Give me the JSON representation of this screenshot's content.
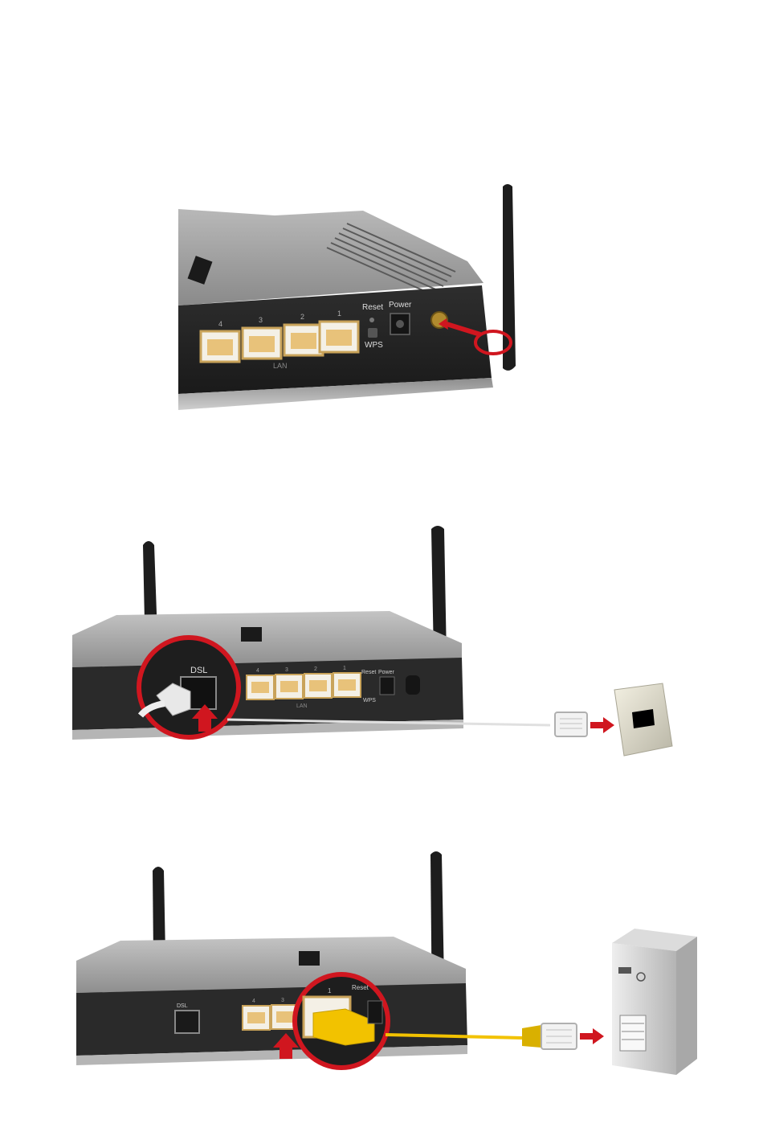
{
  "figures": [
    {
      "id": "antenna",
      "labels": {
        "port1": "4",
        "port2": "3",
        "port3": "2",
        "port4": "1",
        "lan": "LAN",
        "reset": "Reset",
        "wps": "WPS",
        "power": "Power"
      }
    },
    {
      "id": "dsl",
      "labels": {
        "dsl": "DSL",
        "port1": "4",
        "port2": "3",
        "port3": "2",
        "port4": "1",
        "lan": "LAN",
        "reset": "Reset",
        "wps": "WPS",
        "power": "Power"
      }
    },
    {
      "id": "lan",
      "labels": {
        "dsl": "DSL",
        "port1": "4",
        "port2": "3",
        "port3": "",
        "port4": "1",
        "reset": "Reset"
      }
    }
  ],
  "colors": {
    "router_dark": "#3a3a3a",
    "router_mid": "#6b6b6b",
    "router_light": "#9a9a9a",
    "port_gold": "#e8c27a",
    "highlight_red": "#d0161f",
    "cable_yellow": "#f2c200",
    "cable_white": "#eeeeee"
  }
}
